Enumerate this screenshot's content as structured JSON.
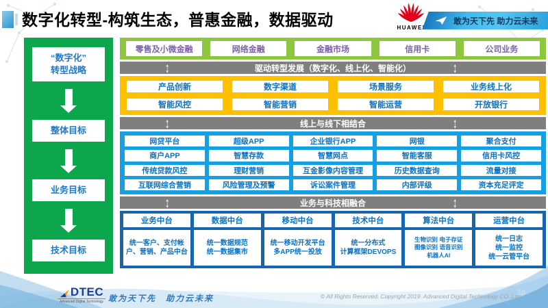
{
  "header": {
    "title": "数字化转型-构筑生态，普惠金融，数据驱动",
    "huawei_logo_text": "HUAWEI",
    "ribbon_slogan": "敢为天下先 助力云未来"
  },
  "sidebar": {
    "items": [
      "“数字化”\n转型战略",
      "整体目标",
      "业务目标",
      "技术目标"
    ]
  },
  "business_lines": {
    "items": [
      "零售及小微金融",
      "网络金融",
      "金融市场",
      "信用卡",
      "公司业务"
    ]
  },
  "banners": {
    "drive": "驱动转型发展（数字化、线上化、智能化）",
    "online_offline": "线上与线下相结合",
    "biz_tech": "业务与科技相融合"
  },
  "transform_capabilities": {
    "items": [
      "产品创新",
      "数字渠道",
      "场景服务",
      "业务线上化",
      "智能风控",
      "智能营销",
      "智能运营",
      "开放银行"
    ]
  },
  "applications": {
    "rows": [
      [
        "网贷平台",
        "超级APP",
        "企业银行APP",
        "网银",
        "聚合支付"
      ],
      [
        "商户APP",
        "智慧存款",
        "智慧网点",
        "智能客服",
        "信用卡风控"
      ],
      [
        "传统贷款风控",
        "理财营销",
        "互金影像内容管理",
        "历史数据查询",
        "流量对接"
      ],
      [
        "互联网综合营销",
        "风险管理及预警",
        "诉讼案件管理",
        "内部评级",
        "资本充足评定"
      ]
    ]
  },
  "platforms": {
    "columns": [
      {
        "title": "业务中台",
        "content": "统一客户、支付帐户、营销、产品中台"
      },
      {
        "title": "数据中台",
        "content": "统一数据规范\n统一数据集市"
      },
      {
        "title": "移动中台",
        "content": "统一移动开发平台\n多APP统一投放"
      },
      {
        "title": "技术中台",
        "content": "统一分布式\n计算框架DEVOPS"
      },
      {
        "title": "算法中台",
        "content": "生物识别 电子存证\n图像识别 语音识别\n机器人AI"
      },
      {
        "title": "运营中台",
        "content": "统一日志\n统一监控\n统一云管平台"
      }
    ]
  },
  "footer": {
    "logo_text": "DTEC",
    "logo_caption": "Advanced Digital Technology",
    "slogan": "敢为天下先　助力云未来",
    "copyright": "© All Rights Reserved. Copyright 2019. Advanced Digital Technology CO.,Ltd",
    "page_number": "10"
  },
  "colors": {
    "sidebar_green": "#0CA64C",
    "band_green": "#8EC63F",
    "capability_yellow": "#FFC000",
    "application_blue": "#14A0E2",
    "platform_dark_blue": "#1566AE",
    "banner_gray": "#7F7F7F",
    "box_text_blue": "#0B72C1",
    "band_text_purple": "#7D62A8",
    "huawei_red": "#E2001A",
    "title_black": "#000000"
  }
}
